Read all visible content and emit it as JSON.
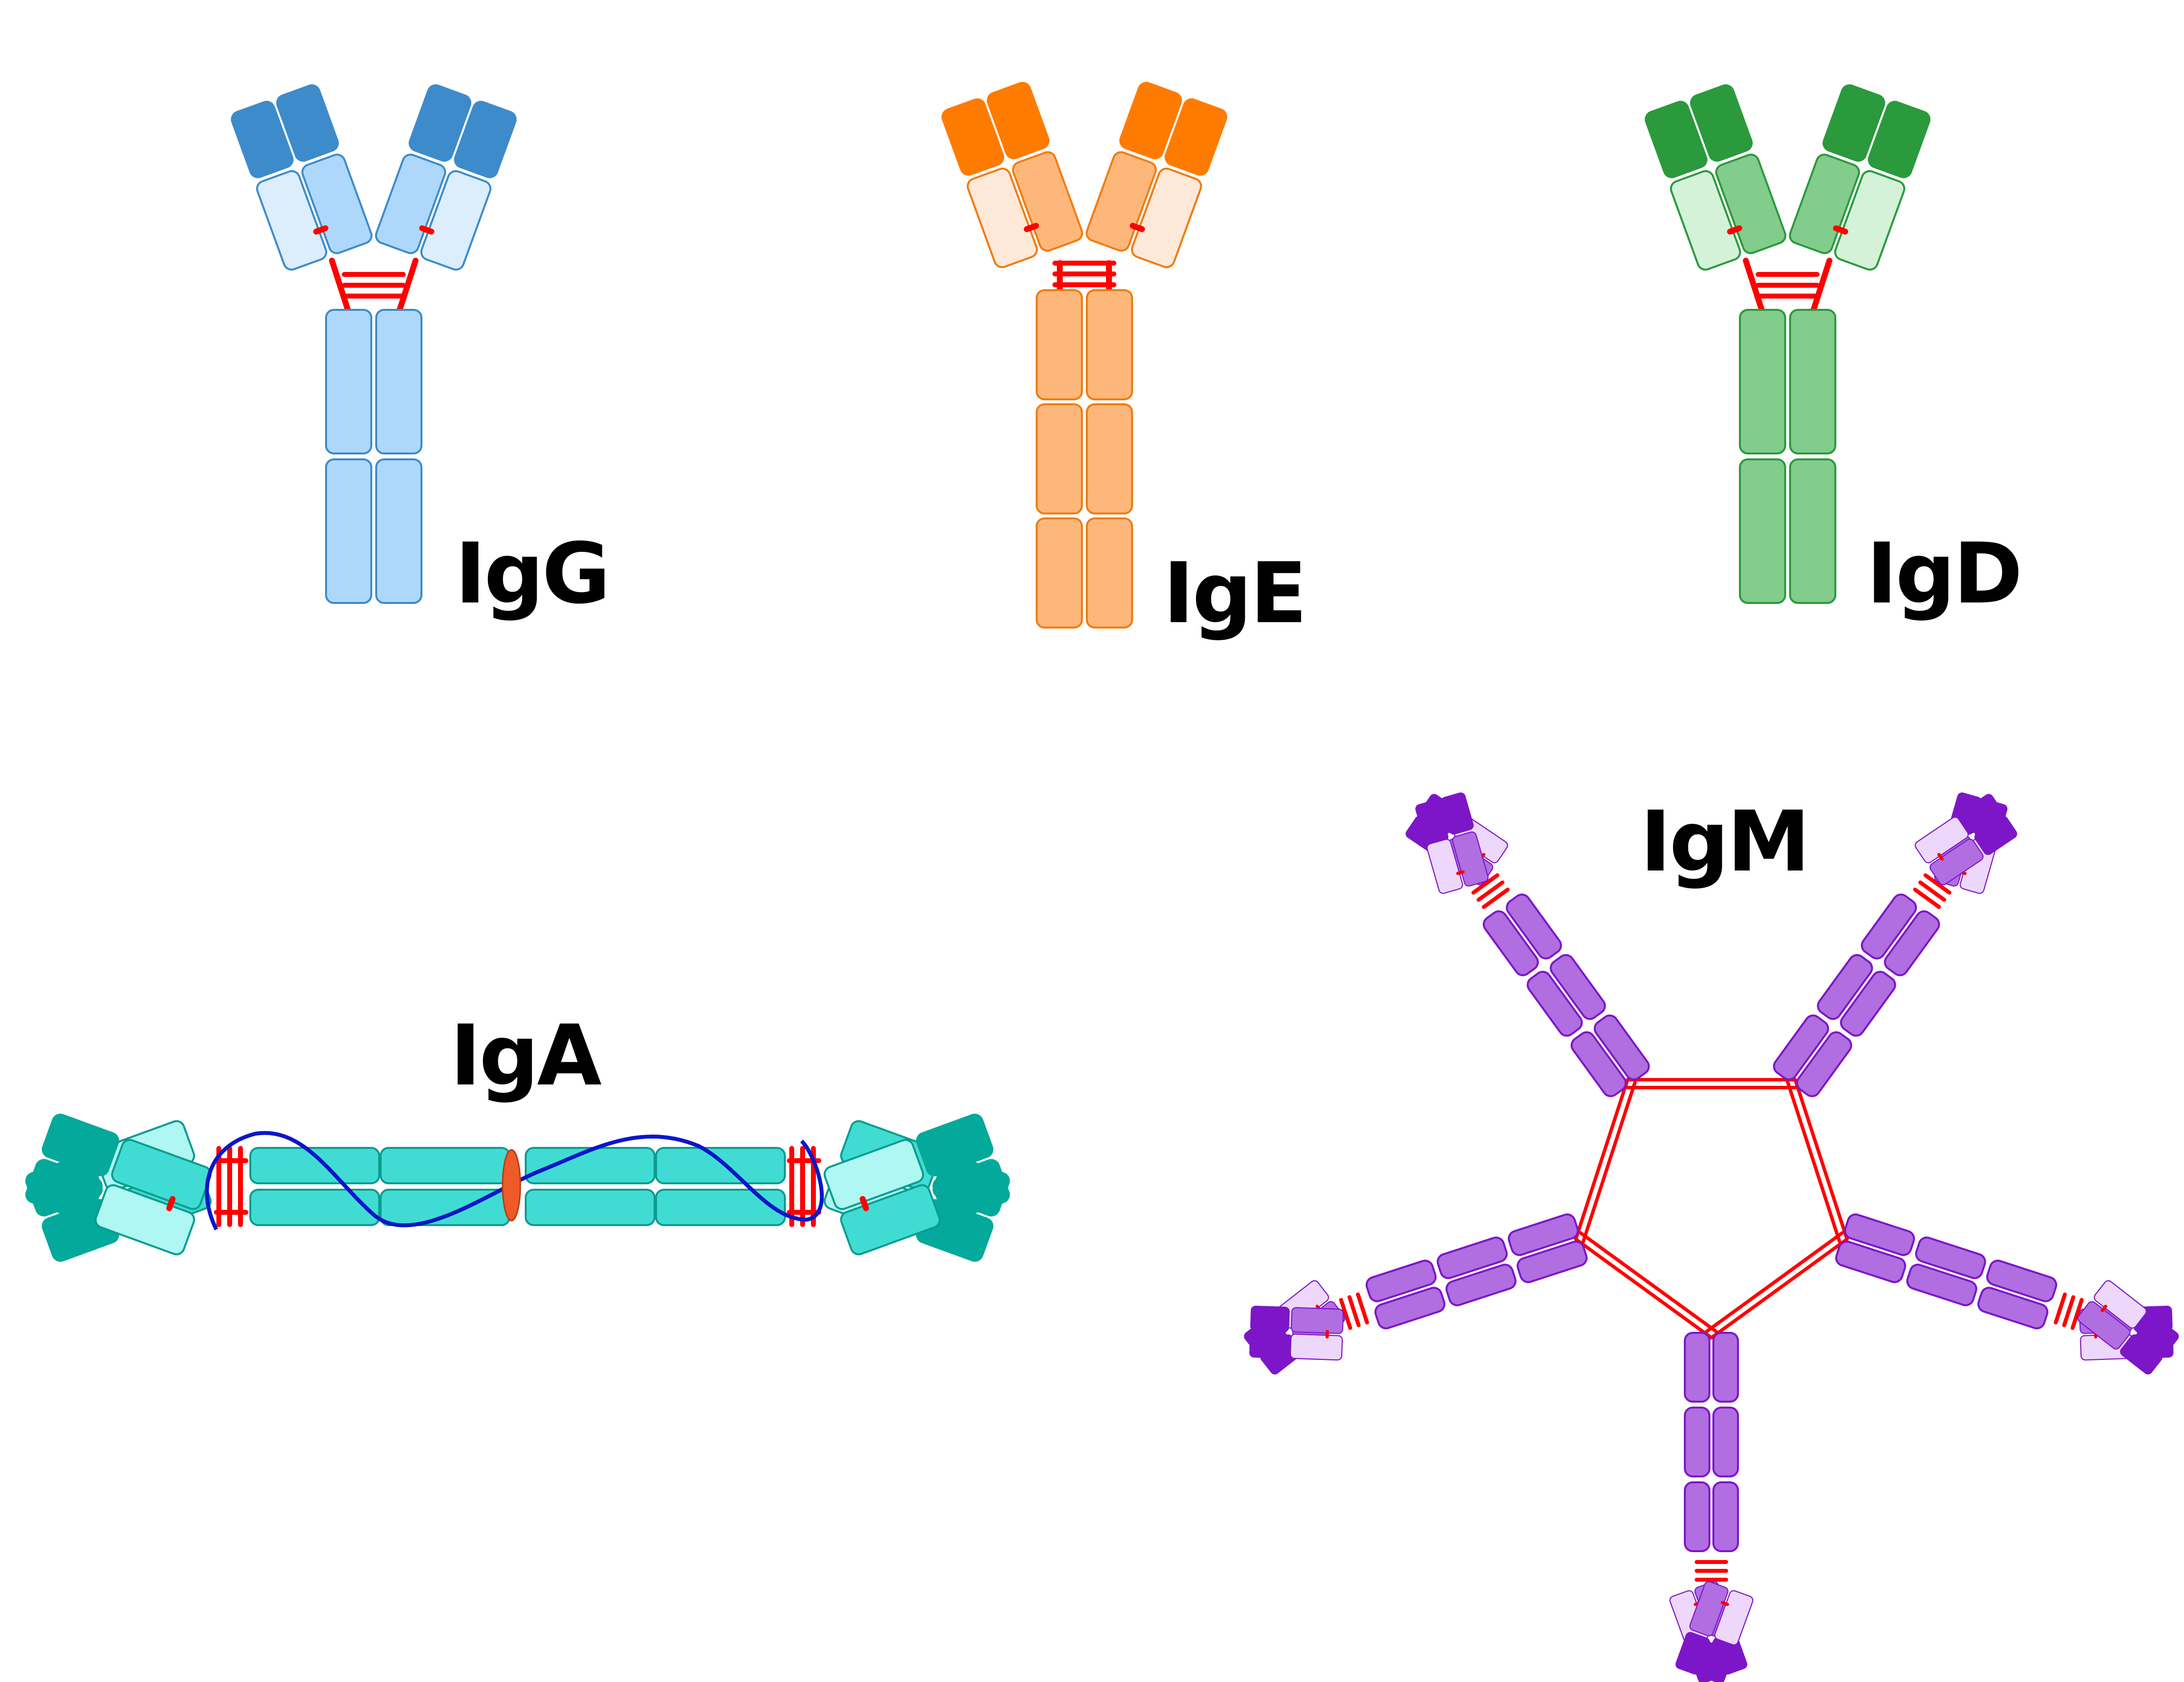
{
  "labels": {
    "igg": "IgG",
    "ige": "IgE",
    "igd": "IgD",
    "iga": "IgA",
    "igm": "IgM"
  },
  "colors": {
    "igg": {
      "dark": "#3d8bcb",
      "mid": "#aed8fb",
      "light": "#dcedfc",
      "stroke": "#3d8bcb"
    },
    "ige": {
      "dark": "#ff7b00",
      "mid": "#fdb77a",
      "light": "#fee8d8",
      "stroke": "#f07c10"
    },
    "igd": {
      "dark": "#2a9a3c",
      "mid": "#82cc8c",
      "light": "#d4f2d8",
      "stroke": "#2a9a3c"
    },
    "iga": {
      "dark": "#03a99a",
      "mid": "#40dcd3",
      "light": "#aef7f2",
      "stroke": "#0b9c90"
    },
    "igm": {
      "dark": "#7d16c8",
      "mid": "#b06ee0",
      "light": "#edd8fb",
      "stroke": "#7d16c8"
    },
    "disulfide": "#ff0000",
    "j_chain": "#0a16c8",
    "j_chain_node": "#ee5a2a"
  }
}
